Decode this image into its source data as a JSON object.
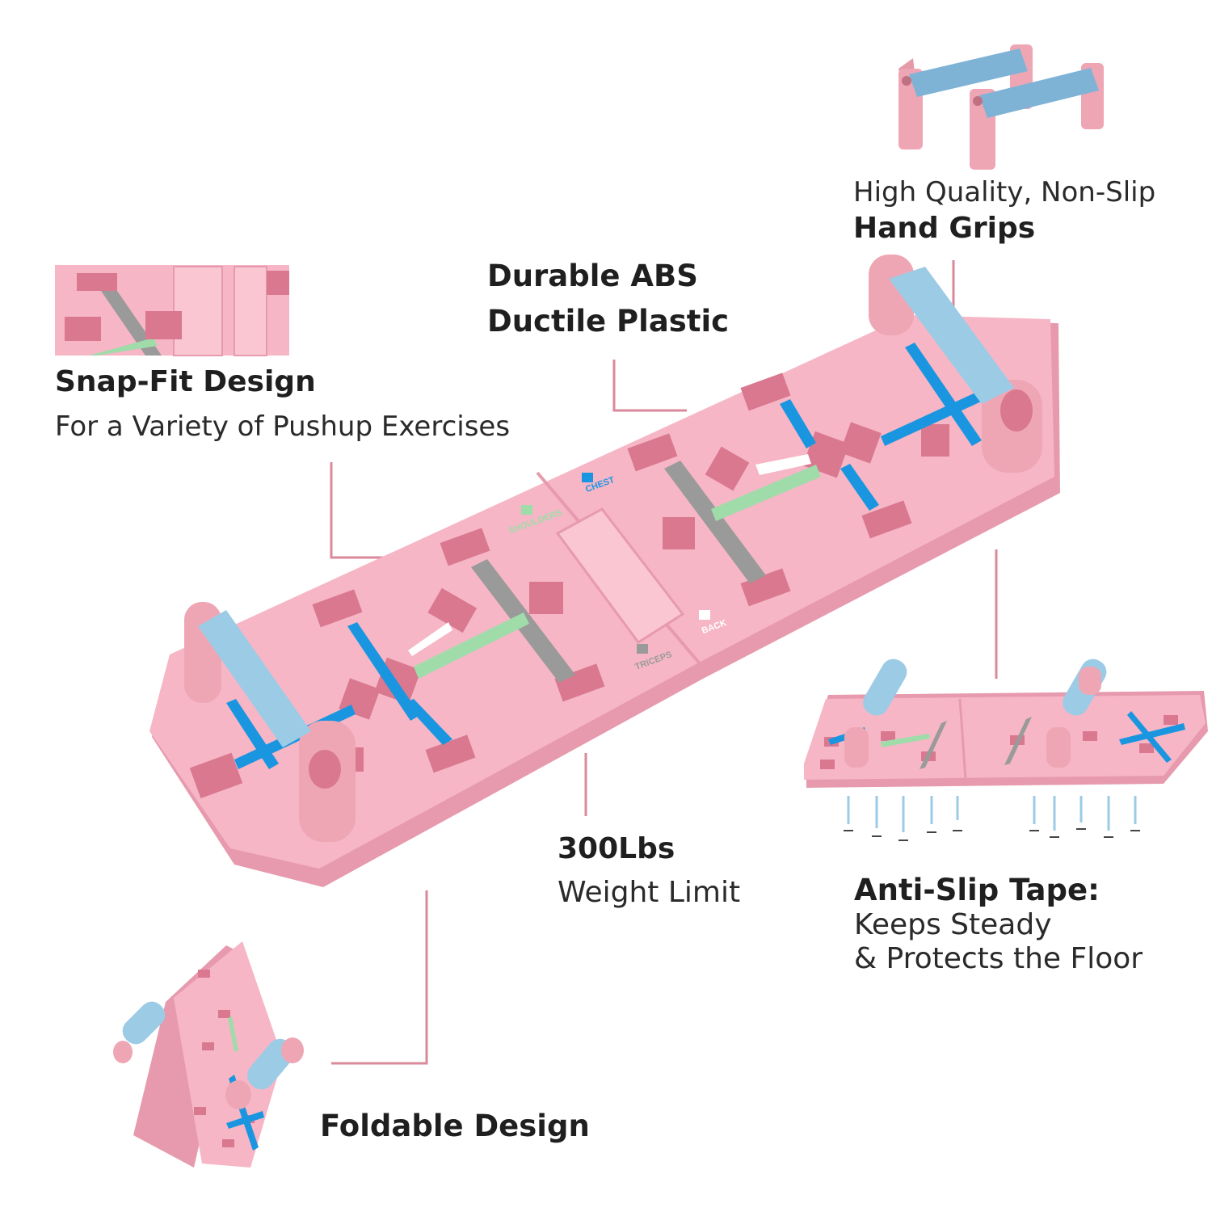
{
  "features": {
    "grips": {
      "line1": "High Quality, Non-Slip",
      "line2": "Hand Grips"
    },
    "abs": {
      "line1": "Durable ABS",
      "line2": "Ductile Plastic"
    },
    "snapfit": {
      "title": "Snap-Fit Design",
      "subtitle": "For a Variety of Pushup Exercises"
    },
    "weight": {
      "title": "300Lbs",
      "subtitle": "Weight Limit"
    },
    "antislip": {
      "title": "Anti-Slip Tape:",
      "line1": "Keeps Steady",
      "line2": "& Protects the Floor"
    },
    "foldable": {
      "title": "Foldable Design"
    }
  },
  "board_labels": {
    "chest": "CHEST",
    "shoulders": "SHOULDERS",
    "triceps": "TRICEPS",
    "back": "BACK"
  },
  "colors": {
    "board": "#f6b6c6",
    "board_shadow": "#e79aae",
    "grip_foam": "#9ccbe6",
    "blue_guide": "#1a96e0",
    "green_guide": "#9fdcaa",
    "gray_guide": "#9a9a9a",
    "leader_line": "#d98a9a",
    "hole": "#d9788f"
  }
}
